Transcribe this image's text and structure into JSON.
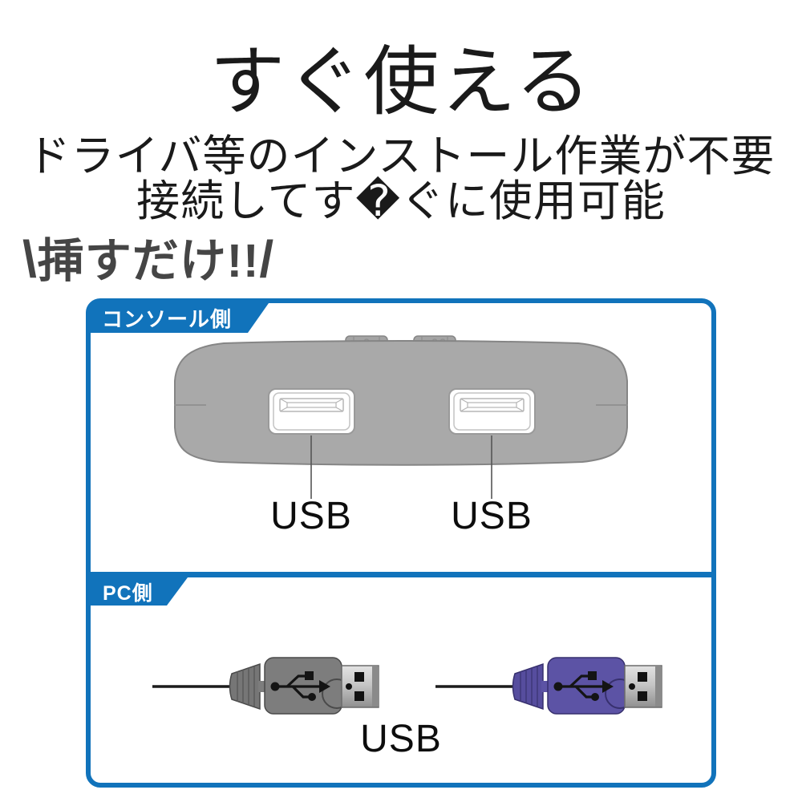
{
  "header": {
    "title": "すぐ使える",
    "subtitle_line1": "ドライバ等のインストール作業が不要",
    "subtitle_line2": "接続してす�ぐに使用可能",
    "catchphrase_open": "\\",
    "catchphrase_text": "挿すだけ!!",
    "catchphrase_close": "/"
  },
  "diagram": {
    "console_section": {
      "tab_label": "コンソール側",
      "port_labels": [
        "USB",
        "USB"
      ]
    },
    "pc_section": {
      "tab_label": "PC側",
      "connector_label": "USB"
    }
  },
  "colors": {
    "accent_blue": "#1173bb",
    "tab_text": "#ffffff",
    "catchphrase_gray": "#454545",
    "device_gray": "#a9a9a9",
    "device_outline": "#858585",
    "port_white": "#ffffff",
    "connector_gray": "#7d7d7d",
    "connector_purple": "#5c53a5",
    "metal_silver": "#c6c6c6",
    "cable_black": "#1c1c1c"
  }
}
